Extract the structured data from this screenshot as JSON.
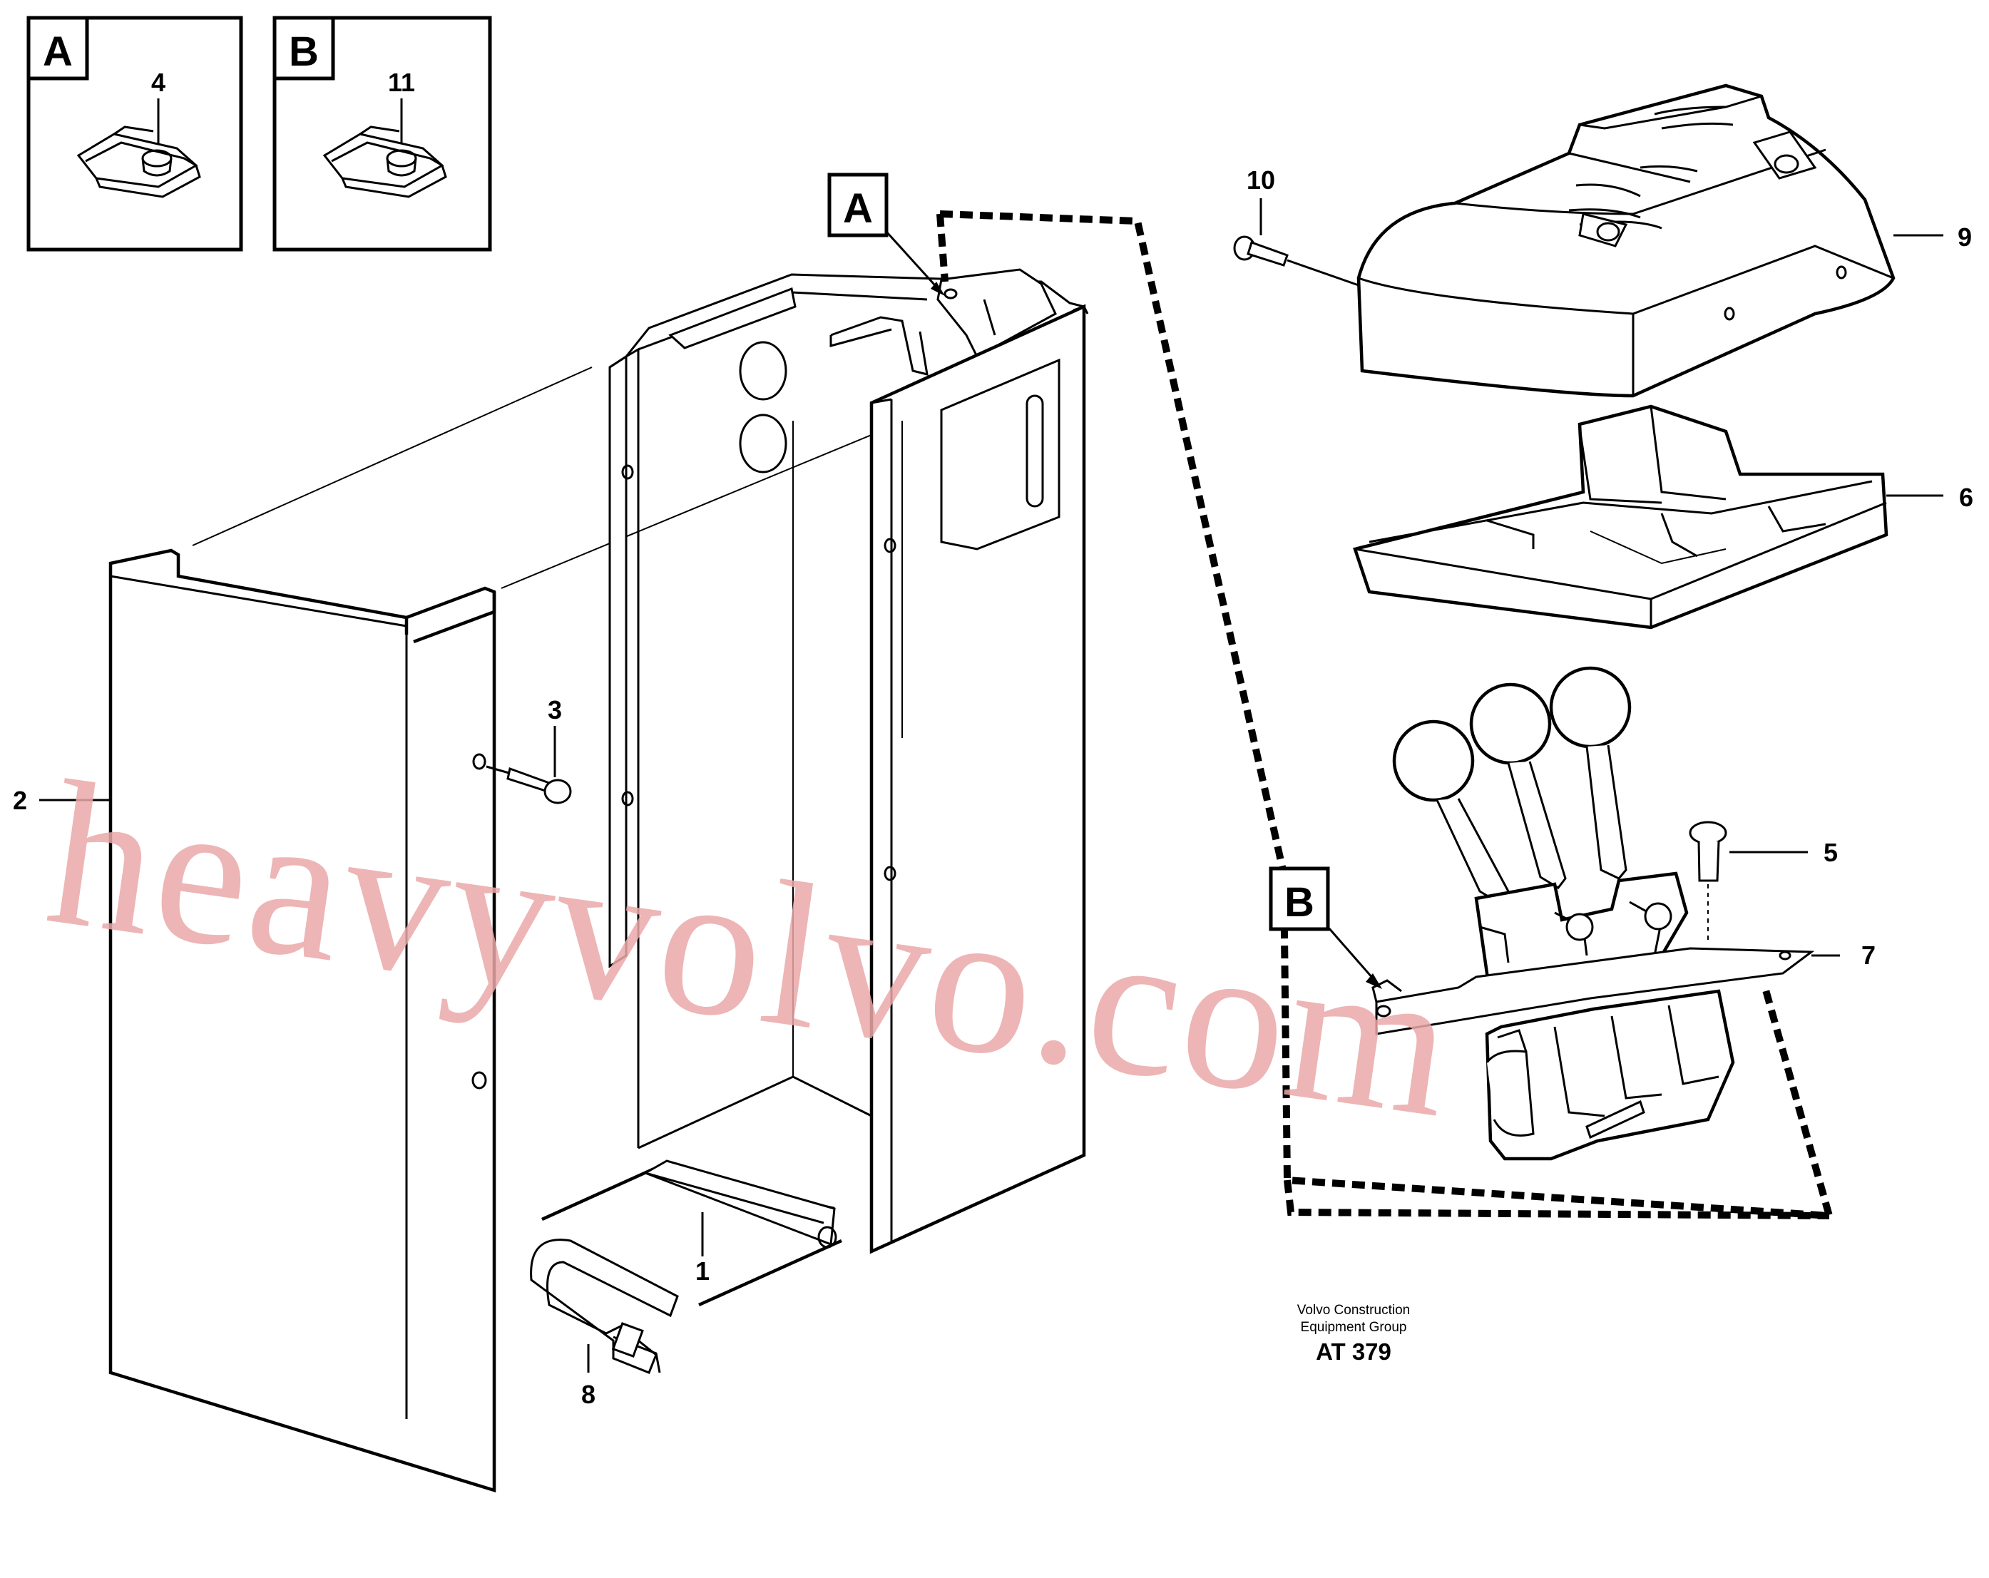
{
  "detail_boxes": [
    {
      "letter": "A",
      "part": "4"
    },
    {
      "letter": "B",
      "part": "11"
    }
  ],
  "callouts": {
    "a": "A",
    "b": "B"
  },
  "parts": {
    "p1": "1",
    "p2": "2",
    "p3": "3",
    "p5": "5",
    "p6": "6",
    "p7": "7",
    "p8": "8",
    "p9": "9",
    "p10": "10"
  },
  "footer": {
    "line1": "Volvo Construction",
    "line2": "Equipment Group",
    "code": "AT 379"
  },
  "watermark": "heavyvolvo.com"
}
